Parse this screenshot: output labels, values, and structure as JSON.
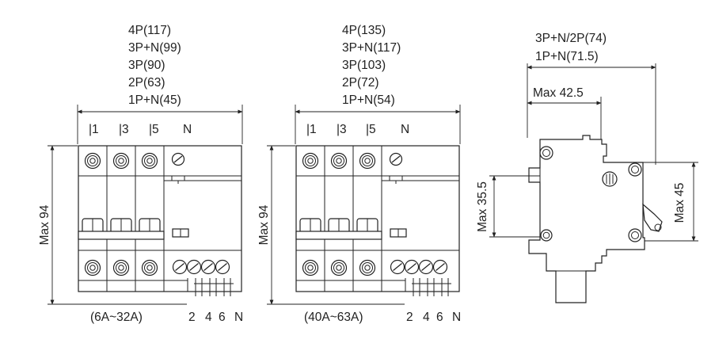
{
  "left_breaker": {
    "poles_list": [
      "4P(117)",
      "3P+N(99)",
      "3P(90)",
      "2P(63)",
      "1P+N(45)"
    ],
    "top_terminals": [
      "|1",
      "|3",
      "|5",
      "N"
    ],
    "height_label": "Max 94",
    "bottom_terminals": [
      "2",
      "4",
      "6",
      "N"
    ],
    "rating": "(6A~32A)"
  },
  "middle_breaker": {
    "poles_list": [
      "4P(135)",
      "3P+N(117)",
      "3P(103)",
      "2P(72)",
      "1P+N(54)"
    ],
    "top_terminals": [
      "|1",
      "|3",
      "|5",
      "N"
    ],
    "height_label": "Max 94",
    "bottom_terminals": [
      "2",
      "4",
      "6",
      "N"
    ],
    "rating": "(40A~63A)"
  },
  "side_view": {
    "width_lines": [
      "3P+N/2P(74)",
      "1P+N(71.5)"
    ],
    "depth_label": "Max 42.5",
    "mount_label": "Max 35.5",
    "height_label": "Max 45"
  }
}
